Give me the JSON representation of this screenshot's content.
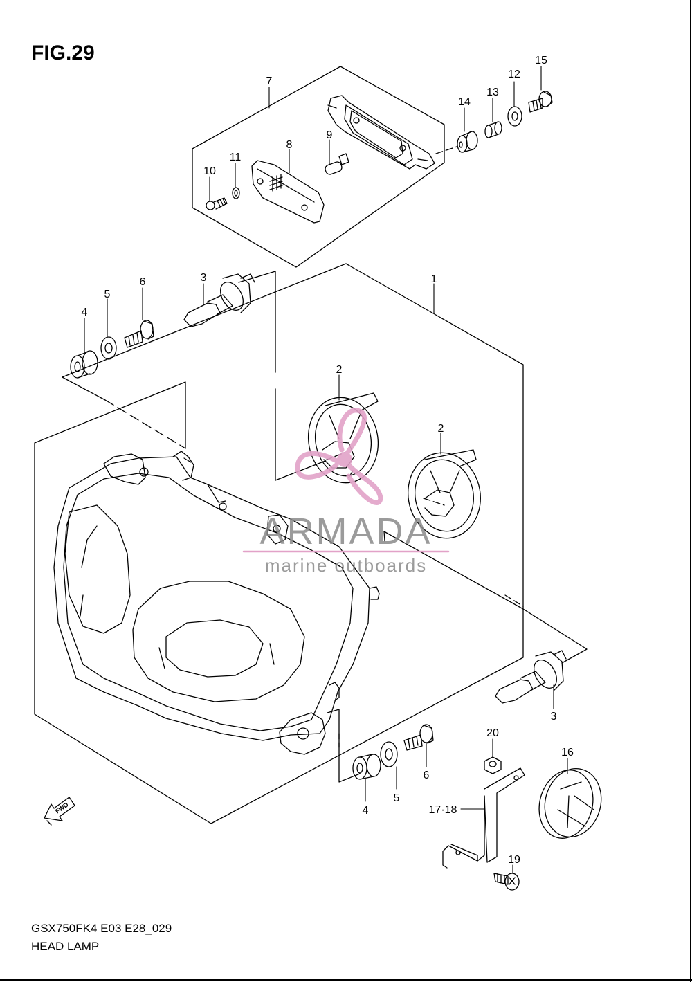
{
  "figure": {
    "title": "FIG.29",
    "model_code": "GSX750FK4 E03 E28_029",
    "name": "HEAD LAMP"
  },
  "watermark": {
    "brand": "ARMADA",
    "tagline": "marine outboards",
    "color": "#e2a2c8"
  },
  "fwd_label": "FWD",
  "callouts": [
    "1",
    "2",
    "2",
    "3",
    "3",
    "4",
    "4",
    "5",
    "5",
    "6",
    "6",
    "7",
    "8",
    "9",
    "10",
    "11",
    "12",
    "13",
    "14",
    "15",
    "16",
    "17·18",
    "19",
    "20"
  ]
}
